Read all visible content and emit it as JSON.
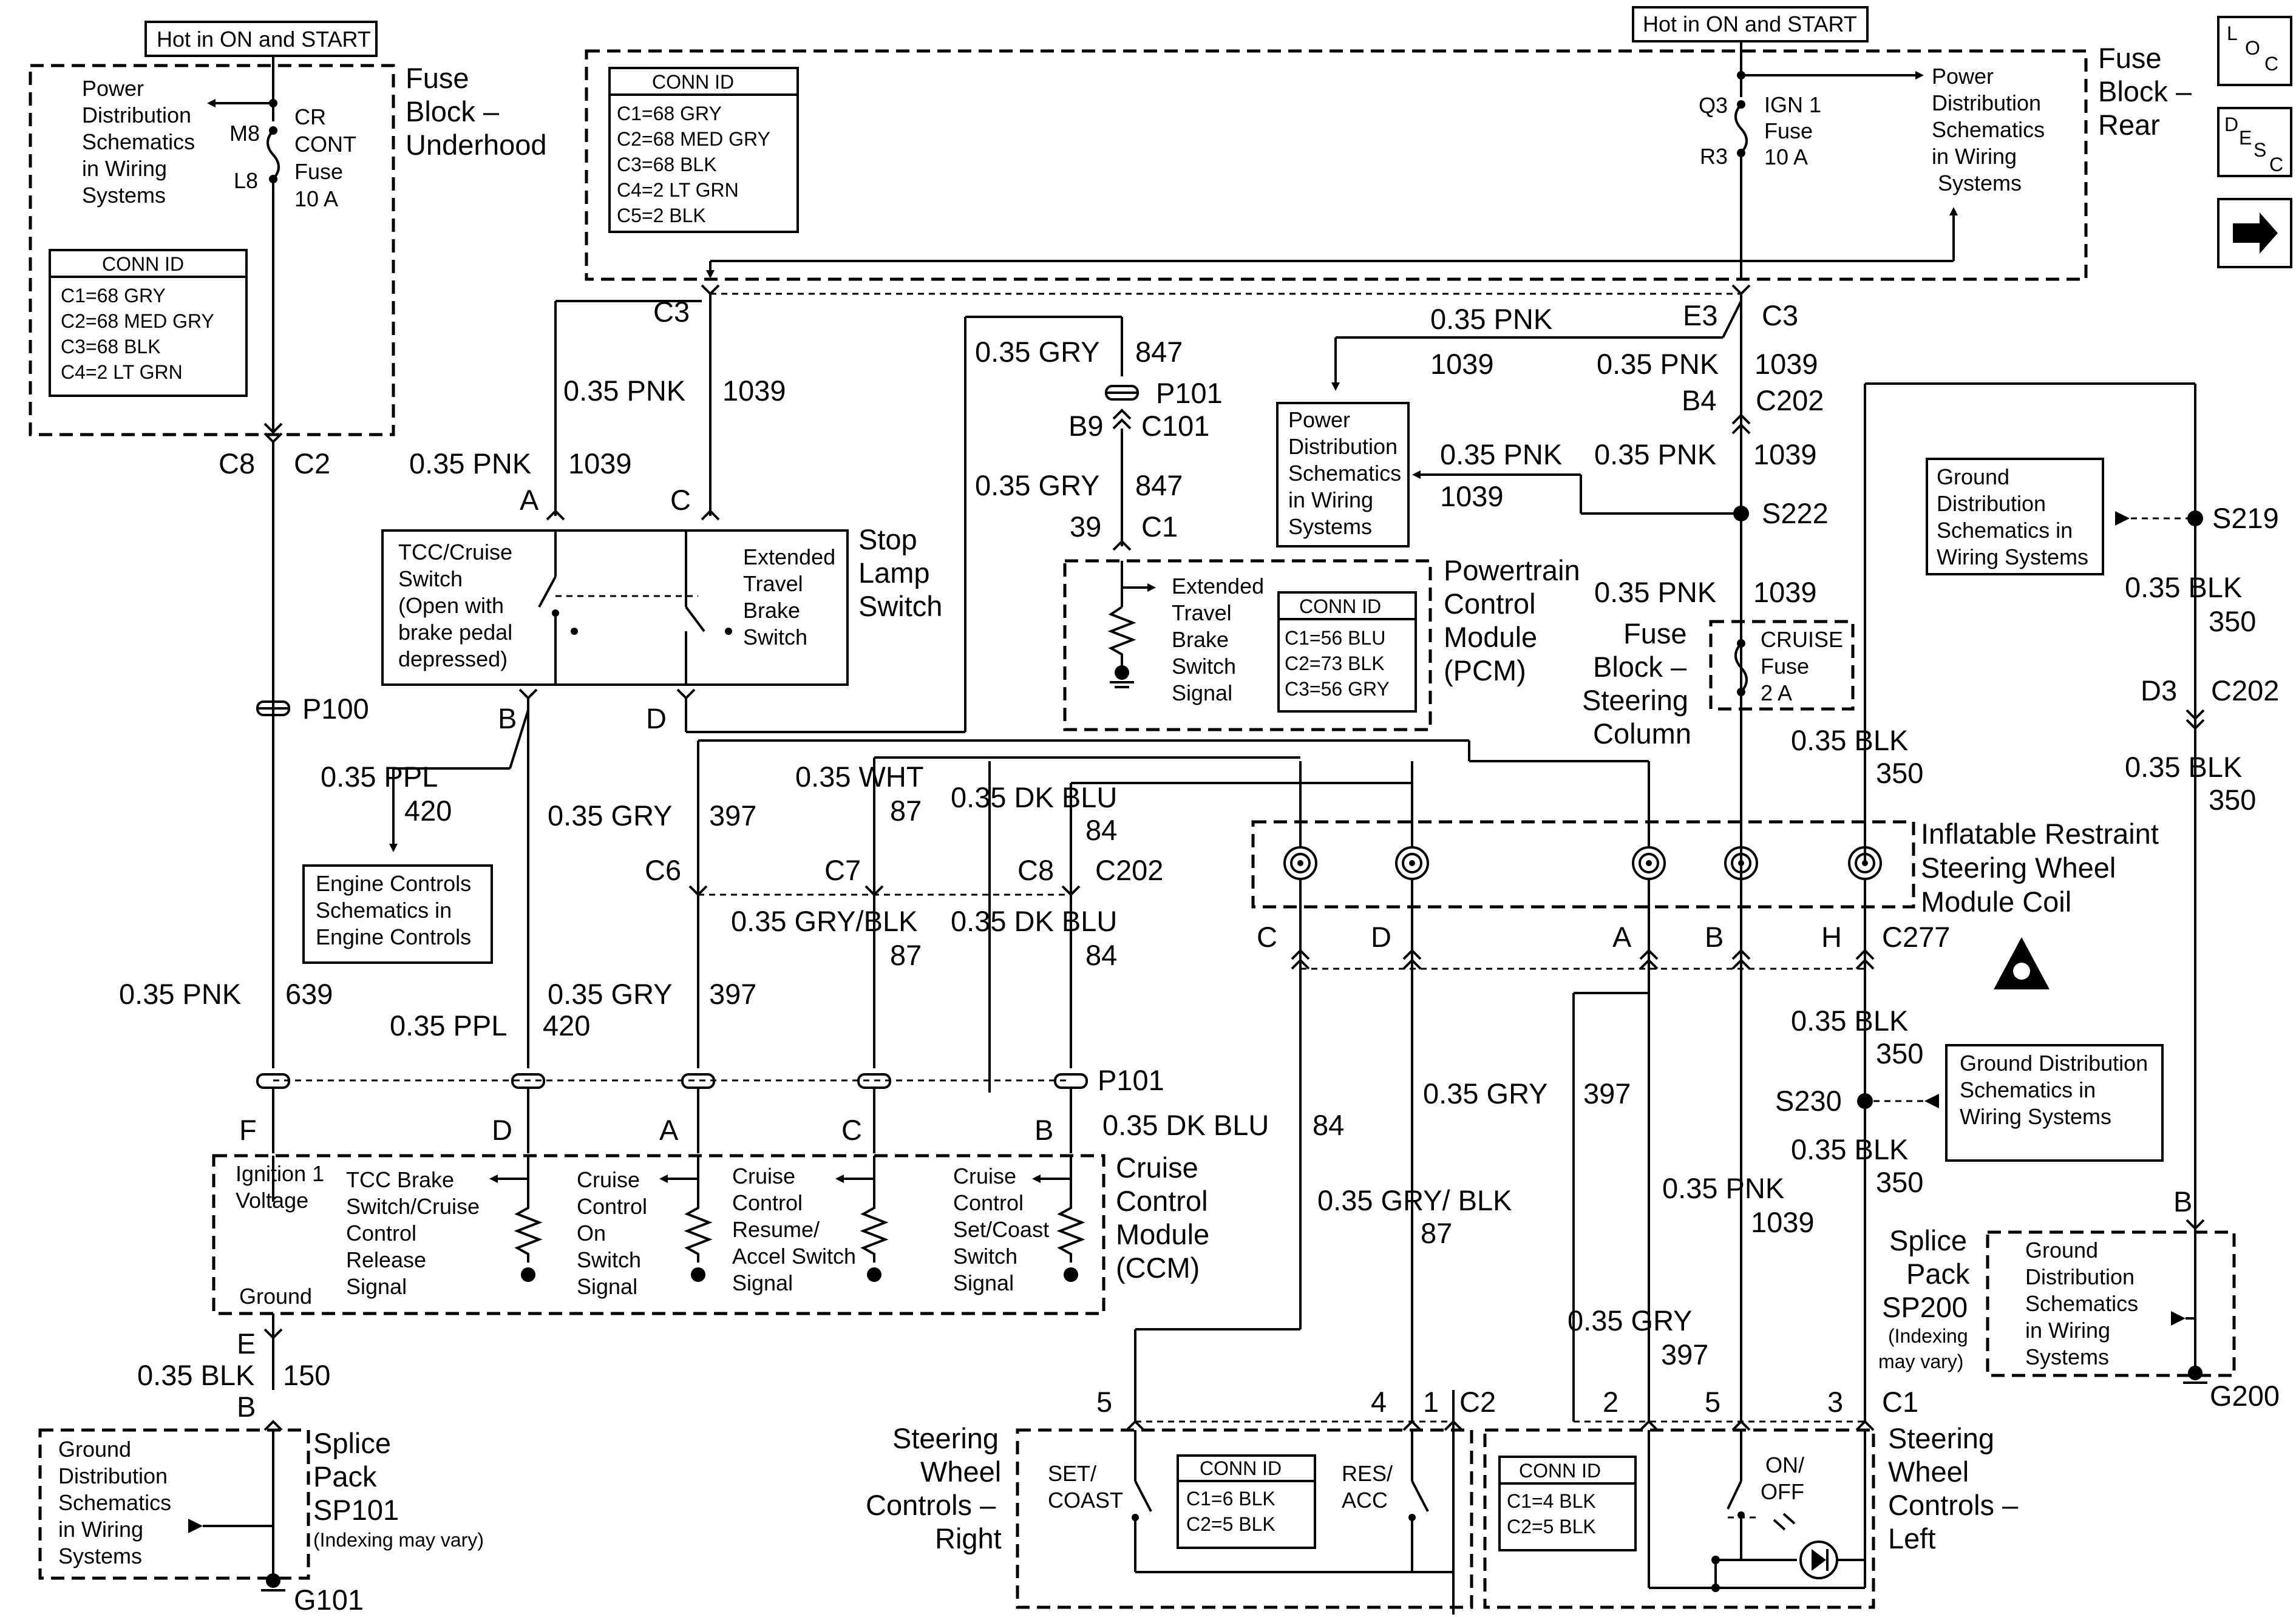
{
  "fuse_underhood": {
    "hot_label": "Hot in ON and START",
    "title": [
      "Fuse",
      "Block –",
      "Underhood"
    ],
    "power_ref": [
      "Power",
      "Distribution",
      "Schematics",
      "in Wiring",
      "Systems"
    ],
    "fuse_name": [
      "CR",
      "CONT",
      "Fuse",
      "10 A"
    ],
    "pin_in": "M8",
    "pin_out": "L8",
    "conn_title": "CONN ID",
    "conn": [
      "C1=68 GRY",
      "C2=68 MED GRY",
      "C3=68 BLK",
      "C4=2 LT GRN"
    ]
  },
  "fuse_rear": {
    "hot_label": "Hot in ON and START",
    "title": [
      "Fuse",
      "Block –",
      "Rear"
    ],
    "conn_title": "CONN ID",
    "conn": [
      "C1=68 GRY",
      "C2=68 MED GRY",
      "C3=68 BLK",
      "C4=2 LT GRN",
      "C5=2 BLK"
    ],
    "fuse_name": [
      "IGN 1",
      "Fuse",
      "10 A"
    ],
    "pin_in": "Q3",
    "pin_out": "R3",
    "power_ref": [
      "Power",
      "Distribution",
      "Schematics",
      "in Wiring",
      "Systems"
    ]
  },
  "nav_icons": [
    "loc-icon",
    "desc-icon",
    "arrow-right-icon"
  ],
  "nav_text": {
    "loc": [
      "L",
      "O",
      "C"
    ],
    "desc": [
      "D",
      "E",
      "S",
      "C"
    ]
  },
  "stop_lamp": {
    "title": [
      "Stop",
      "Lamp",
      "Switch"
    ],
    "tcc": [
      "TCC/Cruise",
      "Switch",
      "(Open with",
      "brake pedal",
      "depressed)"
    ],
    "ext": [
      "Extended",
      "Travel",
      "Brake",
      "Switch"
    ],
    "pins": [
      "A",
      "C",
      "B",
      "D"
    ]
  },
  "pcm": {
    "title": [
      "Powertrain",
      "Control",
      "Module",
      "(PCM)"
    ],
    "signal": [
      "Extended",
      "Travel",
      "Brake",
      "Switch",
      "Signal"
    ],
    "conn_title": "CONN ID",
    "conn": [
      "C1=56 BLU",
      "C2=73 BLK",
      "C3=56 GRY"
    ]
  },
  "power_dist_mid": [
    "Power",
    "Distribution",
    "Schematics",
    "in Wiring",
    "Systems"
  ],
  "engine_ref": [
    "Engine Controls",
    "Schematics in",
    "Engine Controls"
  ],
  "ground_ref_top": [
    "Ground",
    "Distribution",
    "Schematics in",
    "Wiring Systems"
  ],
  "ground_ref_mid": [
    "Ground Distribution",
    "Schematics in",
    "Wiring Systems"
  ],
  "ground_ref_sp200": [
    "Ground",
    "Distribution",
    "Schematics",
    "in Wiring",
    "Systems"
  ],
  "ground_ref_sp101": [
    "Ground",
    "Distribution",
    "Schematics",
    "in Wiring",
    "Systems"
  ],
  "cruise_fuse": {
    "title": [
      "Fuse",
      "Block –",
      "Steering",
      "Column"
    ],
    "name": [
      "CRUISE",
      "Fuse",
      "2 A"
    ]
  },
  "coil": {
    "title": [
      "Inflatable Restraint",
      "Steering Wheel",
      "Module Coil"
    ],
    "pins": [
      "C",
      "D",
      "A",
      "B",
      "H"
    ],
    "conn": "C277"
  },
  "ccm": {
    "title": [
      "Cruise",
      "Control",
      "Module",
      "(CCM)"
    ],
    "ign": [
      "Ignition 1",
      "Voltage"
    ],
    "tcc": [
      "TCC Brake",
      "Switch/Cruise",
      "Control",
      "Release",
      "Signal"
    ],
    "on": [
      "Cruise",
      "Control",
      "On",
      "Switch",
      "Signal"
    ],
    "resume": [
      "Cruise",
      "Control",
      "Resume/",
      "Accel Switch",
      "Signal"
    ],
    "set": [
      "Cruise",
      "Control",
      "Set/Coast",
      "Switch",
      "Signal"
    ],
    "ground": "Ground",
    "pins": [
      "F",
      "D",
      "A",
      "C",
      "B",
      "E"
    ]
  },
  "sp101": {
    "title": [
      "Splice",
      "Pack",
      "SP101"
    ],
    "note": "(Indexing may vary)",
    "ground": "G101"
  },
  "sp200": {
    "title": [
      "Splice",
      "Pack",
      "SP200"
    ],
    "note": [
      "(Indexing",
      "may vary)"
    ],
    "ground": "G200"
  },
  "swc_right": {
    "title": [
      "Steering",
      "Wheel",
      "Controls –",
      "Right"
    ],
    "set": [
      "SET/",
      "COAST"
    ],
    "res": [
      "RES/",
      "ACC"
    ],
    "conn_title": "CONN ID",
    "conn": [
      "C1=6 BLK",
      "C2=5 BLK"
    ]
  },
  "swc_left": {
    "title": [
      "Steering",
      "Wheel",
      "Controls –",
      "Left"
    ],
    "onoff": [
      "ON/",
      "OFF"
    ],
    "conn_title": "CONN ID",
    "conn": [
      "C1=4 BLK",
      "C2=5 BLK"
    ]
  },
  "wires": {
    "w1": "0.35 PNK",
    "c1": "1039",
    "w2": "0.35 PNK",
    "c2": "1039",
    "w3": "0.35 PNK",
    "c3": "639",
    "w4": "0.35 PPL",
    "c4": "420",
    "w5": "0.35 PPL",
    "c5": "420",
    "w6": "0.35 GRY",
    "c6": "397",
    "w7": "0.35 GRY",
    "c7": "397",
    "w8": "0.35 WHT",
    "c8": "87",
    "w9": "0.35 GRY/BLK",
    "c9": "87",
    "w10": "0.35 DK BLU",
    "c10": "84",
    "w11": "0.35 DK BLU",
    "c11": "84",
    "w12": "0.35 DK BLU",
    "c12": "84",
    "w13": "0.35 GRY/ BLK",
    "c13": "87",
    "w14": "0.35 GRY",
    "c14": "397",
    "w15": "0.35 GRY",
    "c15": "397",
    "w16": "0.35 PNK",
    "c16": "1039",
    "w17": "0.35 GRY",
    "c17": "847",
    "w18": "0.35 GRY",
    "c18": "847",
    "w19": "0.35 PNK",
    "c19": "1039",
    "w20": "0.35 PNK",
    "c20": "1039",
    "w21": "0.35 PNK",
    "c21": "1039",
    "w22": "0.35 PNK",
    "c22": "1039",
    "w23": "0.35 PNK",
    "c23": "1039",
    "w24": "0.35 BLK",
    "c24": "350",
    "w25": "0.35 BLK",
    "c25": "350",
    "w26": "0.35 BLK",
    "c26": "350",
    "w27": "0.35 BLK",
    "c27": "350",
    "w28": "0.35 BLK",
    "c28": "350",
    "w29": "0.35 BLK",
    "c29": "150"
  },
  "connectors": {
    "c3_left": "C3",
    "c3_right": "C3",
    "e3": "E3",
    "b4": "B4",
    "c202a": "C202",
    "s222": "S222",
    "s219": "S219",
    "s230": "S230",
    "d3": "D3",
    "c202b": "C202",
    "p101a": "P101",
    "b9": "B9",
    "c101": "C101",
    "p39": "39",
    "pc1": "C1",
    "c8": "C8",
    "c2": "C2",
    "p100": "P100",
    "c6": "C6",
    "c7": "C7",
    "c8b": "C8",
    "c202c": "C202",
    "p101b": "P101",
    "swr_pins": [
      "5",
      "4",
      "1",
      "C2"
    ],
    "swl_pins": [
      "2",
      "5",
      "3",
      "C1"
    ],
    "sp101_b": "B",
    "sp200_b": "B"
  }
}
